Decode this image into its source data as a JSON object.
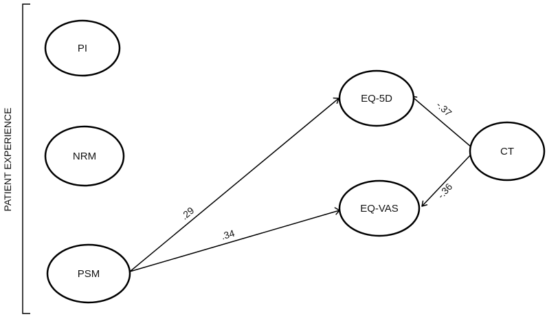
{
  "group": {
    "label": "PATIENT EXPERIENCE"
  },
  "nodes": {
    "pi": "PI",
    "nrm": "NRM",
    "psm": "PSM",
    "eq5d": "EQ-5D",
    "eqvas": "EQ-VAS",
    "ct": "CT"
  },
  "paths": {
    "psm_eq5d": ".29",
    "psm_eqvas": ".34",
    "ct_eq5d": "-.37",
    "ct_eqvas": "-.36"
  }
}
